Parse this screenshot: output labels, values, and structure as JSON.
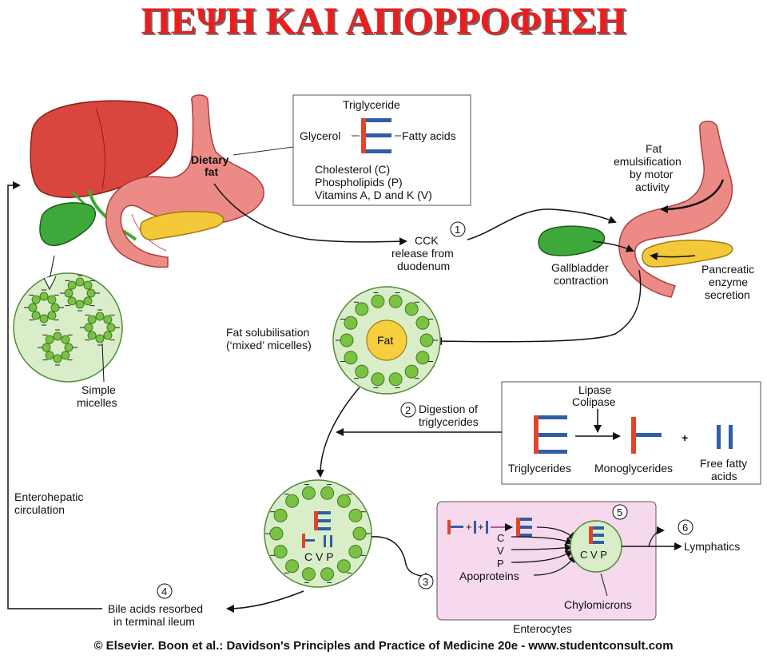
{
  "title": "ΠΕΨΗ ΚΑΙ ΑΠΟΡΡΟΦΗΣΗ",
  "legend_box": {
    "triglyceride": "Triglyceride",
    "glycerol": "Glycerol",
    "fatty_acids": "Fatty acids",
    "cholesterol": "Cholesterol (C)",
    "phospholipids": "Phospholipids (P)",
    "vitamins": "Vitamins A, D and K (V)"
  },
  "labels": {
    "dietary_fat_1": "Dietary",
    "dietary_fat_2": "fat",
    "cck_1": "CCK",
    "cck_2": "release from",
    "cck_3": "duodenum",
    "fat_emuls_1": "Fat",
    "fat_emuls_2": "emulsification",
    "fat_emuls_3": "by motor",
    "fat_emuls_4": "activity",
    "gallbladder_1": "Gallbladder",
    "gallbladder_2": "contraction",
    "pancreatic_1": "Pancreatic",
    "pancreatic_2": "enzyme",
    "pancreatic_3": "secretion",
    "fat_sol_1": "Fat solubilisation",
    "fat_sol_2": "(‘mixed’ micelles)",
    "fat_core": "Fat",
    "simple_1": "Simple",
    "simple_2": "micelles",
    "digestion_1": "Digestion of",
    "digestion_2": "triglycerides",
    "lipase_1": "Lipase",
    "lipase_2": "Colipase",
    "triglycerides": "Triglycerides",
    "monoglycerides": "Monoglycerides",
    "free_fa_1": "Free fatty",
    "free_fa_2": "acids",
    "entero_1": "Enterohepatic",
    "entero_2": "circulation",
    "bile_1": "Bile acids resorbed",
    "bile_2": "in terminal ileum",
    "cvp": "C V P",
    "c": "C",
    "v": "V",
    "p": "P",
    "apoproteins": "Apoproteins",
    "chylomicrons": "Chylomicrons",
    "enterocytes": "Enterocytes",
    "lymphatics": "Lymphatics"
  },
  "steps": [
    "1",
    "2",
    "3",
    "4",
    "5",
    "6"
  ],
  "footer": "© Elsevier. Boon et al.: Davidson's Principles and Practice of Medicine 20e - www.studentconsult.com",
  "colors": {
    "title": "#ee1c1c",
    "liver": "#d9463e",
    "stomach": "#ec8a86",
    "gallbladder": "#3da93a",
    "pancreas": "#f3c93a",
    "micelle_fill": "#d9eec8",
    "micelle_bead": "#7cc242",
    "fat_core": "#f6cf3f",
    "enterocyte_fill": "#f7d9ee",
    "glycerol_red": "#e0452c",
    "fatty_acid_blue": "#2f5ea8"
  }
}
